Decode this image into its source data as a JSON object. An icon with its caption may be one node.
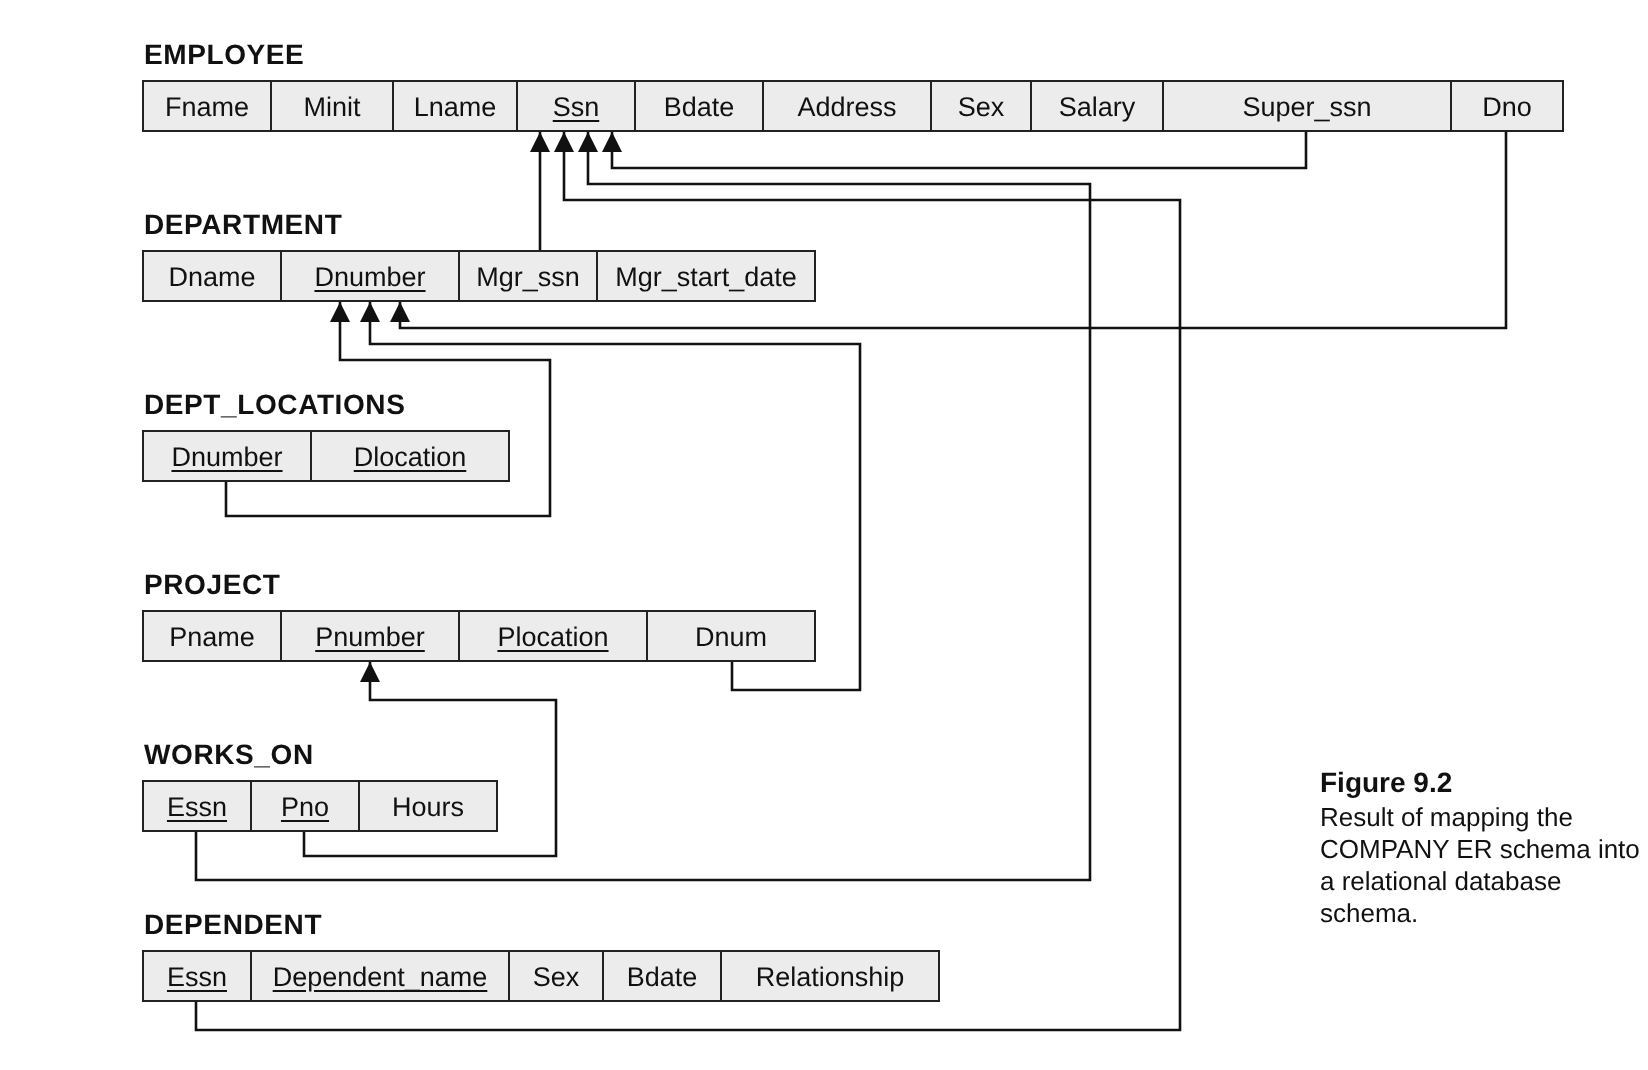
{
  "diagram": {
    "caption": "Result of mapping the COMPANY ER schema into a relational database schema.",
    "nodes": [
      {
        "text": [
          "EMPLOYEE"
        ]
      },
      {
        "text": [
          "Fname"
        ],
        "in": 0
      },
      {
        "text": [
          "Minit"
        ],
        "in": 0
      },
      {
        "text": [
          "Lname"
        ],
        "in": 0
      },
      {
        "text": [
          "Ssn"
        ],
        "in": 0
      },
      {
        "text": [
          "Bdate"
        ],
        "in": 0
      },
      {
        "text": [
          "Address"
        ],
        "in": 0
      },
      {
        "text": [
          "Sex"
        ],
        "in": 0
      },
      {
        "text": [
          "Salary"
        ],
        "in": 0
      },
      {
        "text": [
          "Super_ssn"
        ],
        "in": 0
      },
      {
        "text": [
          "Dno"
        ],
        "in": 0
      },
      {
        "text": [
          "DEPARTMENT"
        ]
      },
      {
        "text": [
          "Dname"
        ],
        "in": 11
      },
      {
        "text": [
          "Dnumber"
        ],
        "in": 11
      },
      {
        "text": [
          "Mgr_ssn"
        ],
        "in": 11
      },
      {
        "text": [
          "Mgr_start_date"
        ],
        "in": 11
      },
      {
        "text": [
          "DEPT_LOCATIONS"
        ]
      },
      {
        "text": [
          "Dnumber"
        ],
        "in": 16
      },
      {
        "text": [
          "Dlocation"
        ],
        "in": 16
      },
      {
        "text": [
          "PROJECT"
        ]
      },
      {
        "text": [
          "Pname"
        ],
        "in": 19
      },
      {
        "text": [
          "Pnumber"
        ],
        "in": 19
      },
      {
        "text": [
          "Plocation"
        ],
        "in": 19
      },
      {
        "text": [
          "Dnum"
        ],
        "in": 19
      },
      {
        "text": [
          "WORKS_ON"
        ]
      },
      {
        "text": [
          "Essn"
        ],
        "in": 24
      },
      {
        "text": [
          "Pno"
        ],
        "in": 24
      },
      {
        "text": [
          "Hours"
        ],
        "in": 24
      },
      {
        "text": [
          "DEPENDENT"
        ]
      },
      {
        "text": [
          "Essn"
        ],
        "in": 28
      },
      {
        "text": [
          "Dependent_name"
        ],
        "in": 28
      },
      {
        "text": [
          "Sex"
        ],
        "in": 28
      },
      {
        "text": [
          "Bdate"
        ],
        "in": 28
      },
      {
        "text": [
          "Relationship"
        ],
        "in": 28
      }
    ],
    "edges": [
      {
        "from": 9,
        "to": 4,
        "arrow": "to"
      },
      {
        "from": 10,
        "to": 13,
        "arrow": "to"
      },
      {
        "from": 14,
        "to": 4,
        "arrow": "to"
      },
      {
        "from": 17,
        "to": 13,
        "arrow": "to"
      },
      {
        "from": 23,
        "to": 13,
        "arrow": "to"
      },
      {
        "from": 25,
        "to": 4,
        "arrow": "to"
      },
      {
        "from": 26,
        "to": 21,
        "arrow": "to"
      },
      {
        "from": 29,
        "to": 4,
        "arrow": "to"
      }
    ],
    "labels": [
      "Figure 9.2"
    ]
  }
}
